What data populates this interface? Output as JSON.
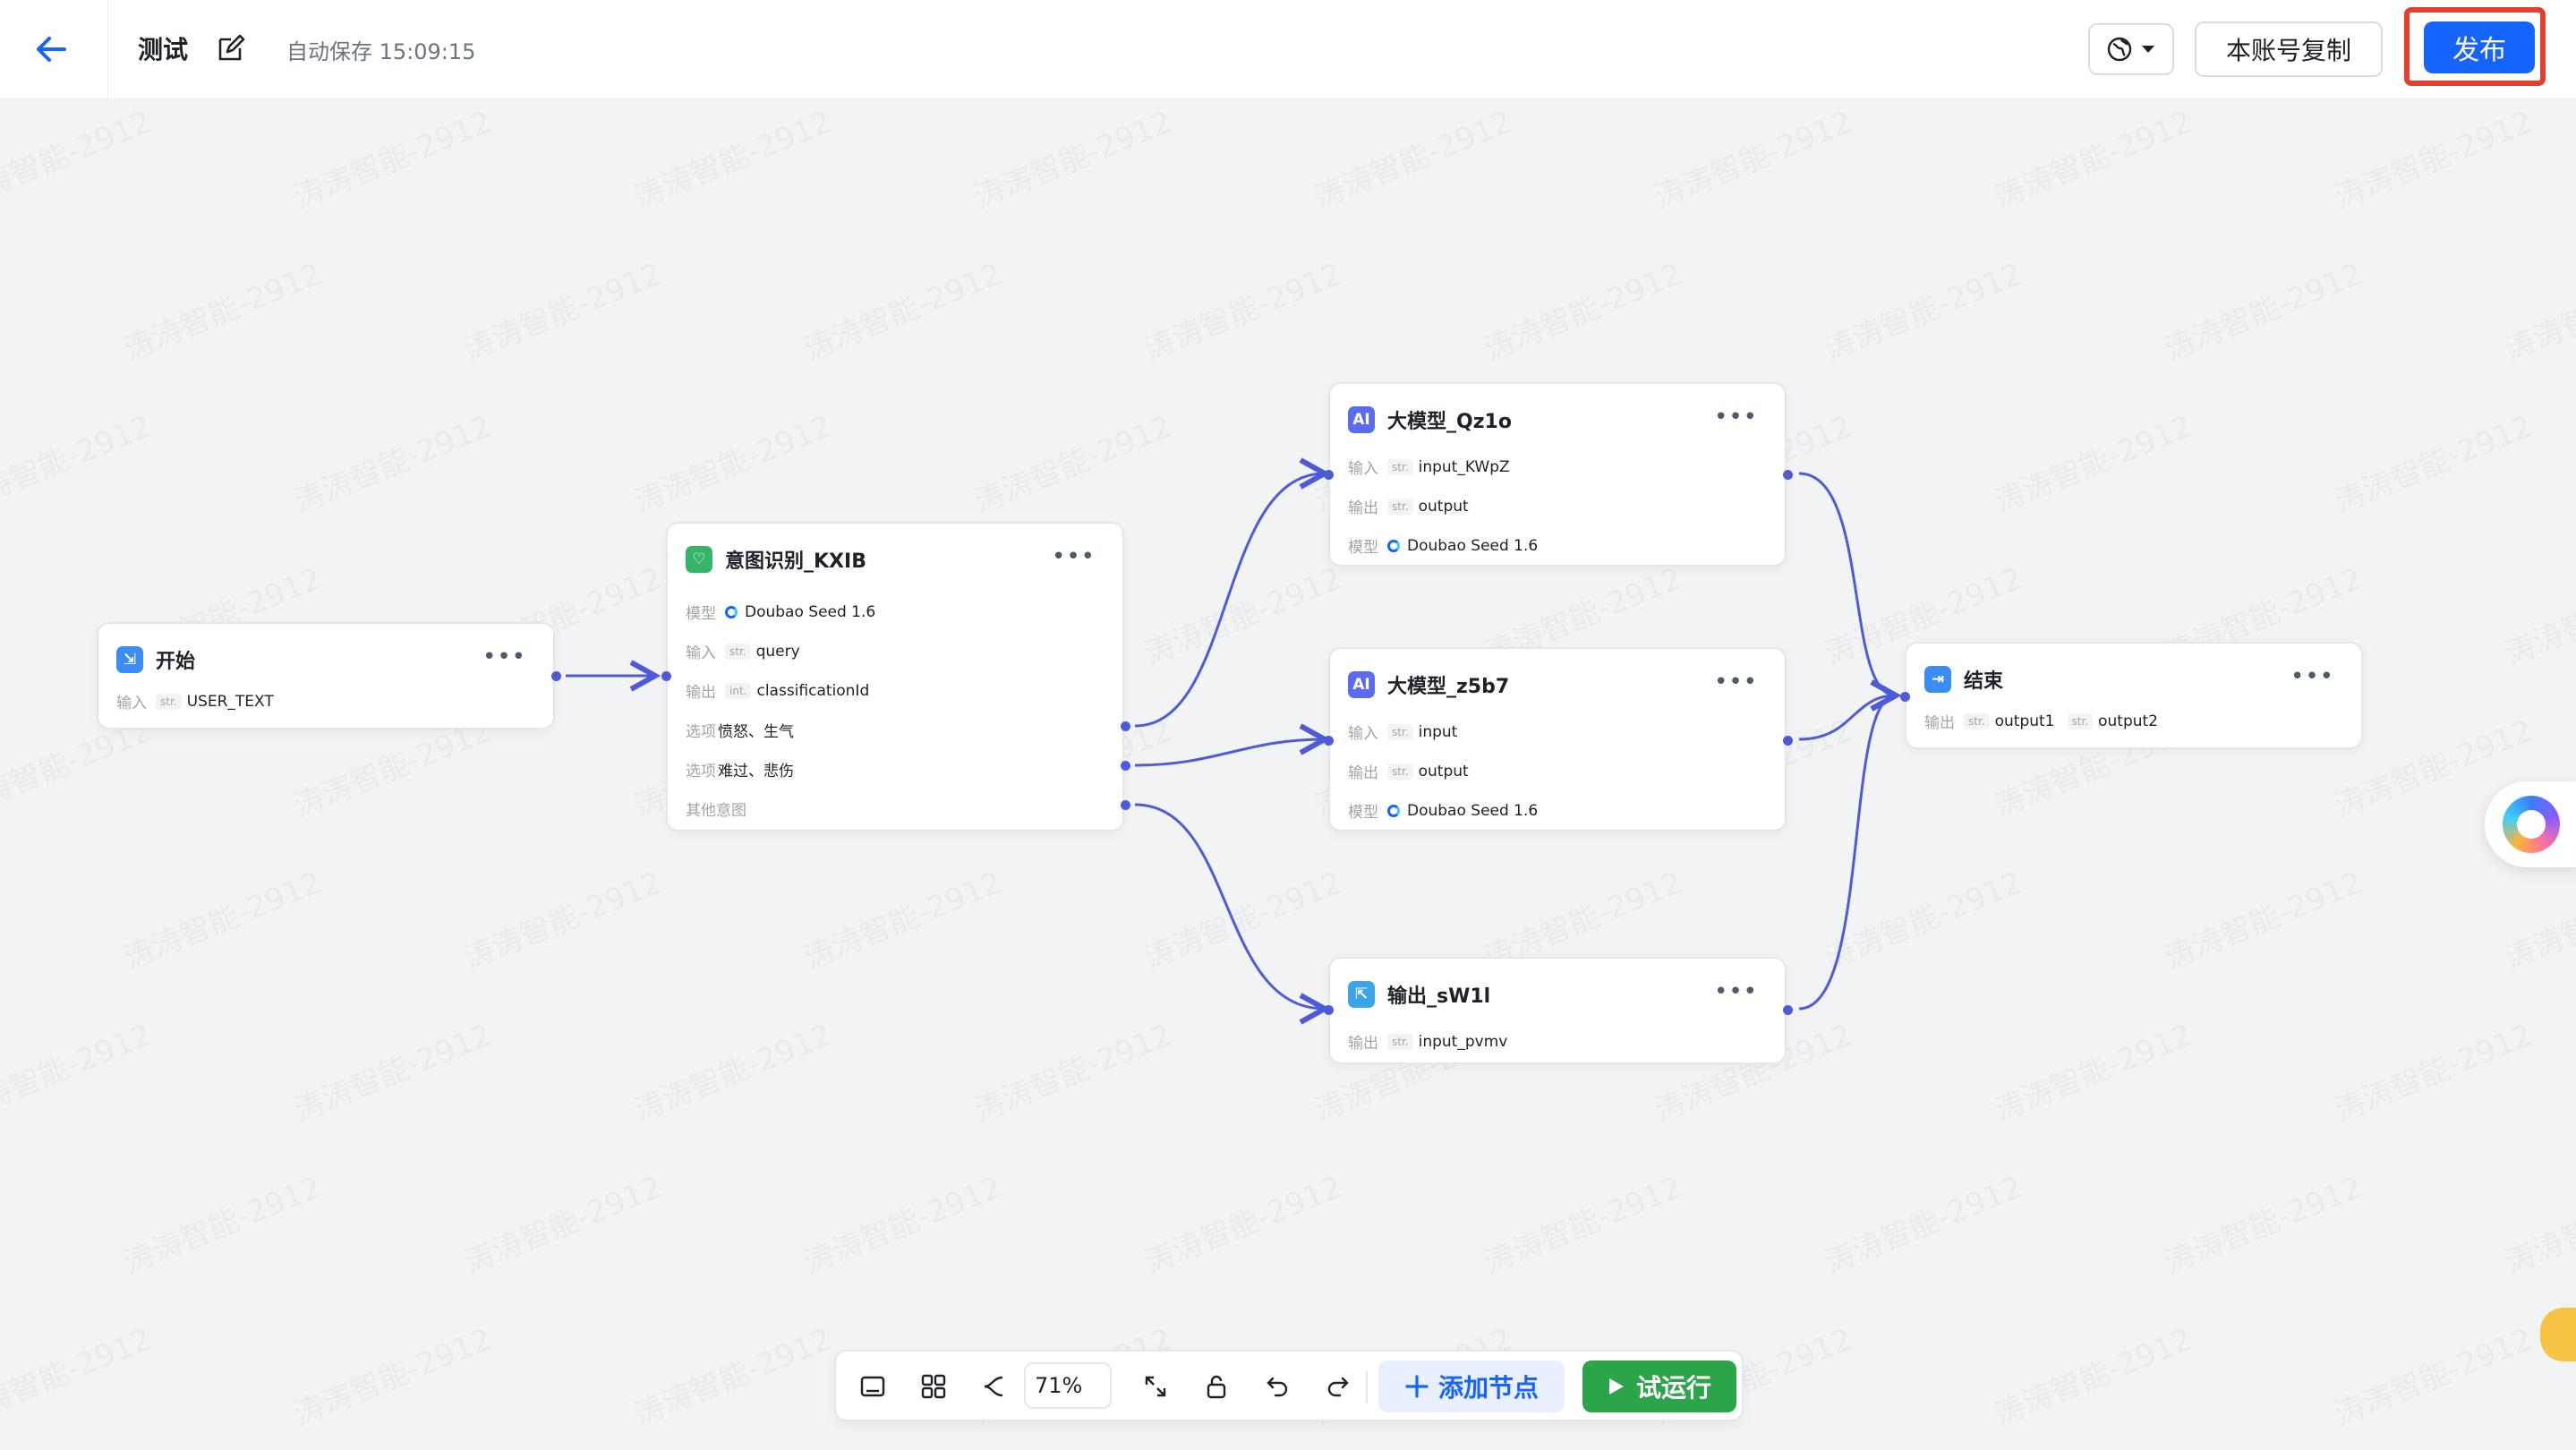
{
  "header": {
    "title": "测试",
    "autosave": "自动保存 15:09:15",
    "copy_label": "本账号复制",
    "publish_label": "发布"
  },
  "watermark": "涛涛智能-2912",
  "nodes": {
    "start": {
      "title": "开始",
      "rows": [
        {
          "label": "输入",
          "type": "str.",
          "value": "USER_TEXT"
        }
      ]
    },
    "intent": {
      "title": "意图识别_KXIB",
      "model_label": "模型",
      "model": "Doubao Seed 1.6",
      "input_label": "输入",
      "input_type": "str.",
      "input_value": "query",
      "output_label": "输出",
      "output_type": "int.",
      "output_value": "classificationId",
      "option1_label": "选项",
      "option1_value": "愤怒、生气",
      "option2_label": "选项",
      "option2_value": "难过、悲伤",
      "other_label": "其他意图"
    },
    "llm1": {
      "title": "大模型_Qz1o",
      "input_label": "输入",
      "input_type": "str.",
      "input_value": "input_KWpZ",
      "output_label": "输出",
      "output_type": "str.",
      "output_value": "output",
      "model_label": "模型",
      "model": "Doubao Seed 1.6"
    },
    "llm2": {
      "title": "大模型_z5b7",
      "input_label": "输入",
      "input_type": "str.",
      "input_value": "input",
      "output_label": "输出",
      "output_type": "str.",
      "output_value": "output",
      "model_label": "模型",
      "model": "Doubao Seed 1.6"
    },
    "output": {
      "title": "输出_sW1l",
      "output_label": "输出",
      "output_type": "str.",
      "output_value": "input_pvmv"
    },
    "end": {
      "title": "结束",
      "output_label": "输出",
      "out1_type": "str.",
      "out1_value": "output1",
      "out2_type": "str.",
      "out2_value": "output2"
    }
  },
  "toolbar": {
    "zoom": "71%",
    "add_node_label": "添加节点",
    "try_run_label": "试运行"
  },
  "colors": {
    "accent": "#1664ff",
    "publish_highlight": "#e53e2f",
    "edge": "#4e5bd9",
    "run": "#2ba44a"
  }
}
